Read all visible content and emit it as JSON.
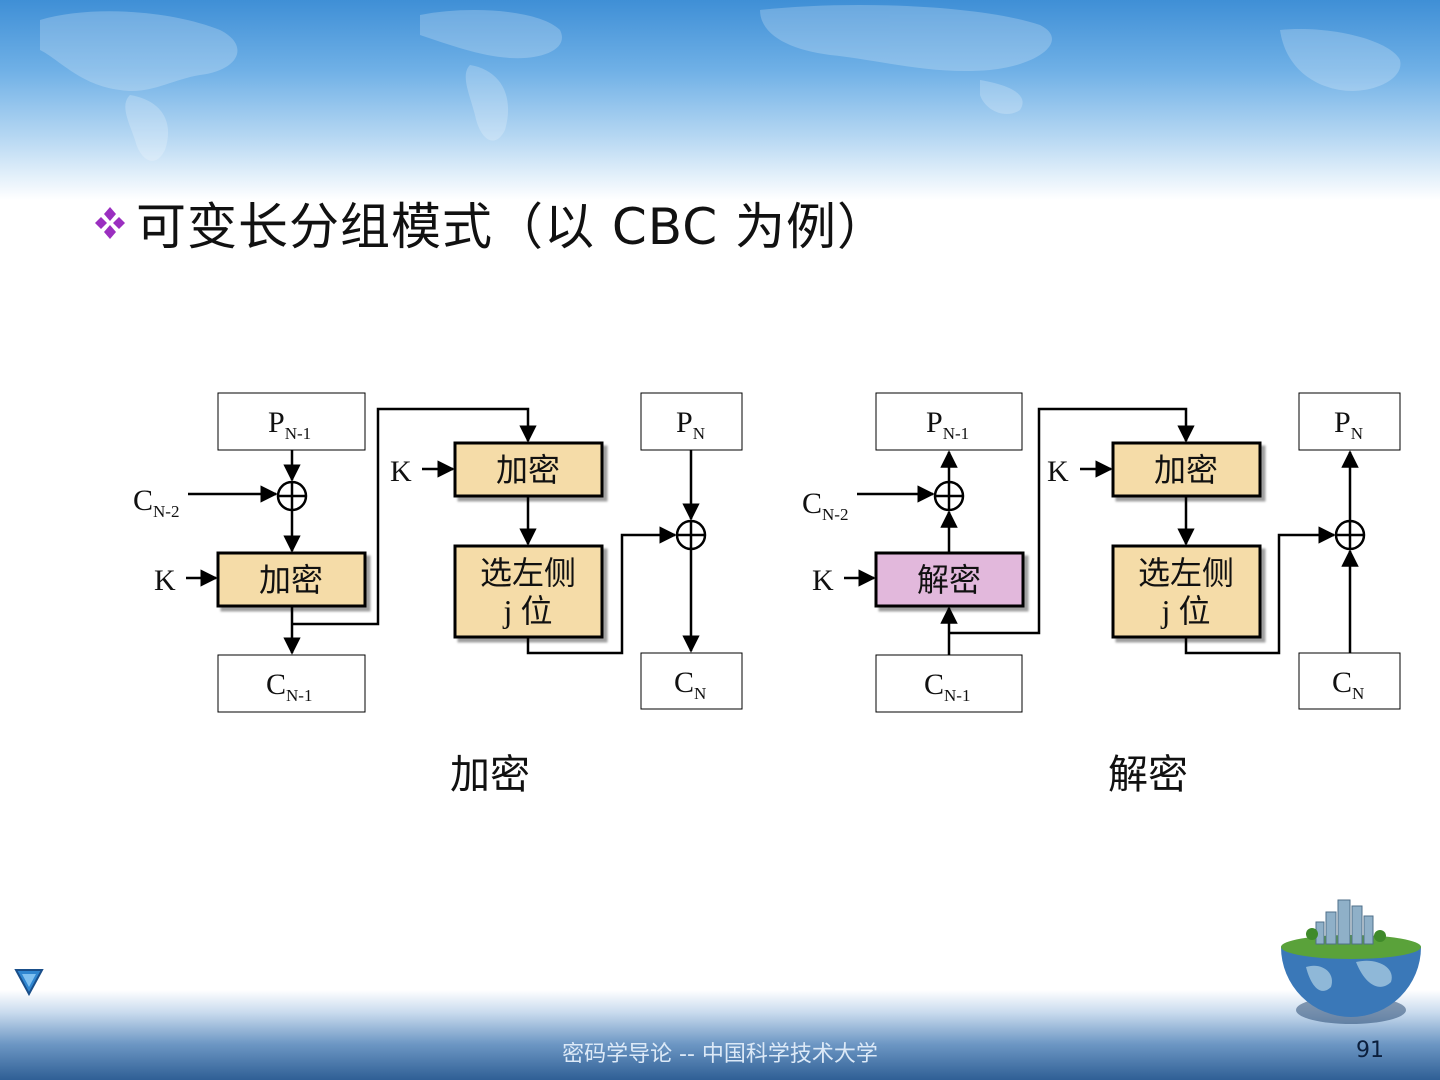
{
  "slide": {
    "title": "可变长分组模式（以 CBC 为例）",
    "footer": "密码学导论 -- 中国科学技术大学",
    "page_number": "91"
  },
  "diagram": {
    "encryption": {
      "caption": "加密",
      "p_prev": {
        "main": "P",
        "sub": "N-1"
      },
      "p_curr": {
        "main": "P",
        "sub": "N"
      },
      "c_prev2": {
        "main": "C",
        "sub": "N-2"
      },
      "c_prev": {
        "main": "C",
        "sub": "N-1"
      },
      "c_curr": {
        "main": "C",
        "sub": "N"
      },
      "key_label_1": "K",
      "key_label_2": "K",
      "block1_label": "加密",
      "block2_label": "加密",
      "select_line1": "选左侧",
      "select_line2": "j 位"
    },
    "decryption": {
      "caption": "解密",
      "p_prev": {
        "main": "P",
        "sub": "N-1"
      },
      "p_curr": {
        "main": "P",
        "sub": "N"
      },
      "c_prev2": {
        "main": "C",
        "sub": "N-2"
      },
      "c_prev": {
        "main": "C",
        "sub": "N-1"
      },
      "c_curr": {
        "main": "C",
        "sub": "N"
      },
      "key_label_1": "K",
      "key_label_2": "K",
      "block1_label": "解密",
      "block2_label": "加密",
      "select_line1": "选左侧",
      "select_line2": "j 位"
    }
  },
  "colors": {
    "encrypt_block_fill": "#f5dca8",
    "decrypt_block_fill": "#e2b8dc",
    "bullet": "#9b2fc0"
  }
}
